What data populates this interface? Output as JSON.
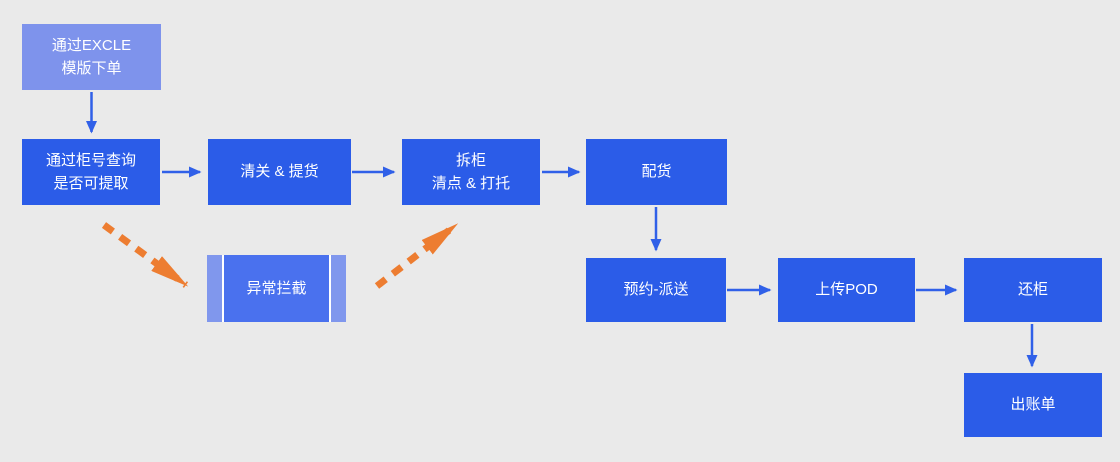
{
  "diagram": {
    "type": "flowchart",
    "background": "#eaeaea",
    "colors": {
      "node_blue": "#2b5ce8",
      "node_light_blue": "#7e93ec",
      "exception_center_blue": "#4a71ee",
      "exception_side_bar_blue": "#8097ed",
      "connector_blue": "#3060e8",
      "exception_arrow_orange": "#ed7d31",
      "node_text": "#ffffff"
    },
    "nodes": [
      {
        "id": "excel-template-order",
        "label": "通过EXCLE\n模版下单"
      },
      {
        "id": "container-number-query",
        "label": "通过柜号查询\n是否可提取"
      },
      {
        "id": "customs-and-pickup",
        "label": "清关 & 提货"
      },
      {
        "id": "devan-count-palletize",
        "label": "拆柜\n清点 & 打托"
      },
      {
        "id": "allocation",
        "label": "配货"
      },
      {
        "id": "appointment-delivery",
        "label": "预约-派送"
      },
      {
        "id": "upload-pod",
        "label": "上传POD"
      },
      {
        "id": "return-container",
        "label": "还柜"
      },
      {
        "id": "billing-statement",
        "label": "出账单"
      },
      {
        "id": "exception-intercept",
        "label": "异常拦截"
      }
    ]
  }
}
